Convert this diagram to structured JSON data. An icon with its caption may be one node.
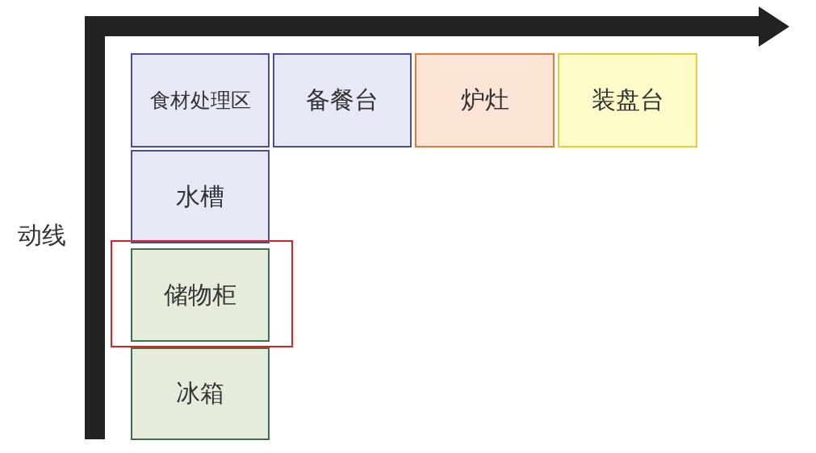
{
  "diagram": {
    "nodes": [
      {
        "text": [
          "食材处理区"
        ]
      },
      {
        "text": [
          "备餐台"
        ]
      },
      {
        "text": [
          "炉灶"
        ]
      },
      {
        "text": [
          "装盘台"
        ]
      },
      {
        "text": [
          "水槽"
        ]
      },
      {
        "text": [],
        "shape": "box"
      },
      {
        "text": [
          "储物柜"
        ],
        "in": 5
      },
      {
        "text": [
          "冰箱"
        ]
      }
    ],
    "labels": [
      "动线"
    ]
  }
}
